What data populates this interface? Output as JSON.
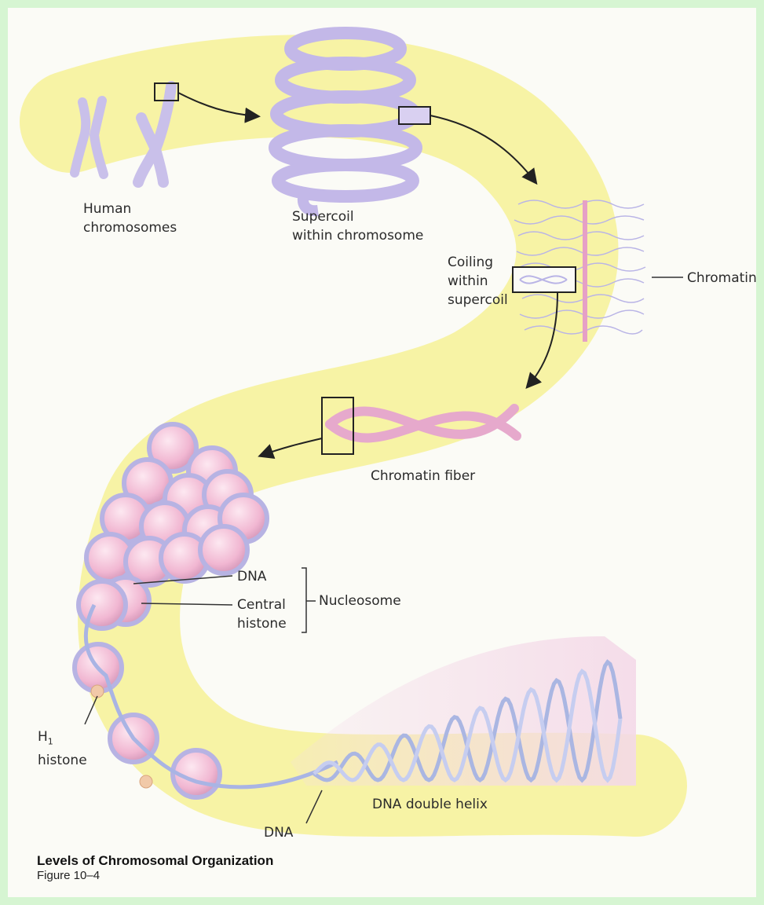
{
  "labels": {
    "human_chromosomes": [
      "Human",
      "chromosomes"
    ],
    "supercoil": [
      "Supercoil",
      "within chromosome"
    ],
    "coiling": [
      "Coiling",
      "within",
      "supercoil"
    ],
    "chromatin": "Chromatin",
    "chromatin_fiber": "Chromatin fiber",
    "dna_top": "DNA",
    "central_histone": [
      "Central",
      "histone"
    ],
    "nucleosome": "Nucleosome",
    "h1_histone": {
      "letter": "H",
      "subscript": "1",
      "word": "histone"
    },
    "dna_bottom": "DNA",
    "double_helix": "DNA double helix"
  },
  "caption": {
    "title": "Levels of Chromosomal Organization",
    "figure": "Figure 10–4"
  },
  "colors": {
    "page_border": "#d6f5d2",
    "background": "#fbfbf6",
    "ribbon": "#f7f2a0",
    "chromosome": "#c9c0ea",
    "histone": "#f4c6dc",
    "dna_strand": "#a9b4e4",
    "fiber": "#e6a9cc",
    "chromatin_loops": "#b9b4e6",
    "h1_bead": "#f1c9a8"
  }
}
